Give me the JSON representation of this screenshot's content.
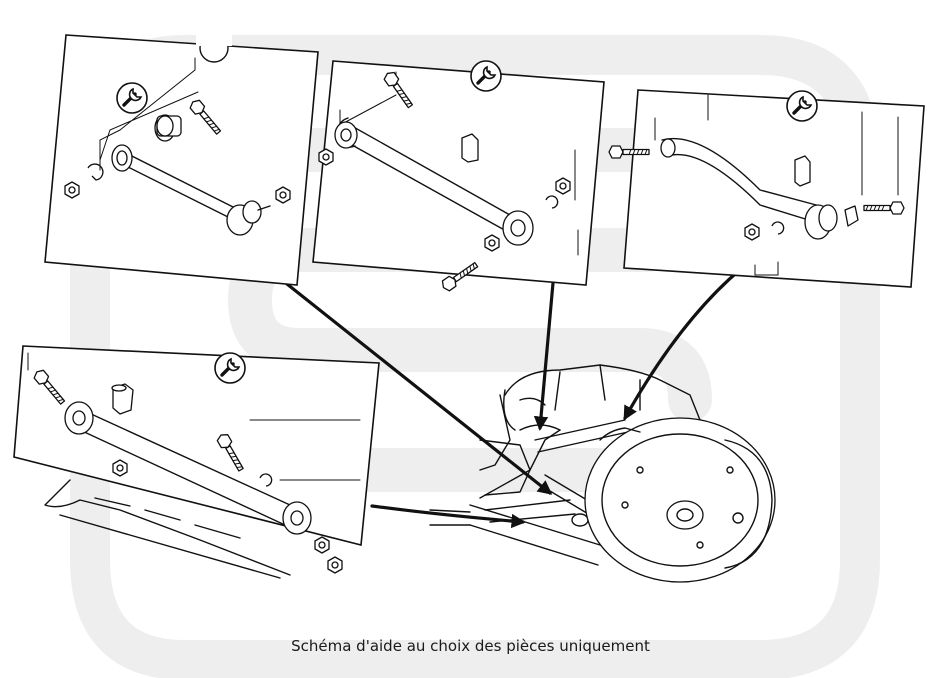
{
  "caption": "Schéma d'aide au choix des pièces uniquement",
  "colors": {
    "line": "#111111",
    "watermark": "#eeeeee",
    "background": "#ffffff"
  },
  "panels": [
    {
      "name": "upper-left-arm-panel",
      "icon": "wrench-icon"
    },
    {
      "name": "upper-middle-arm-panel",
      "icon": "wrench-icon"
    },
    {
      "name": "upper-right-arm-panel",
      "icon": "wrench-icon"
    },
    {
      "name": "lower-left-arm-panel",
      "icon": "wrench-icon"
    }
  ]
}
